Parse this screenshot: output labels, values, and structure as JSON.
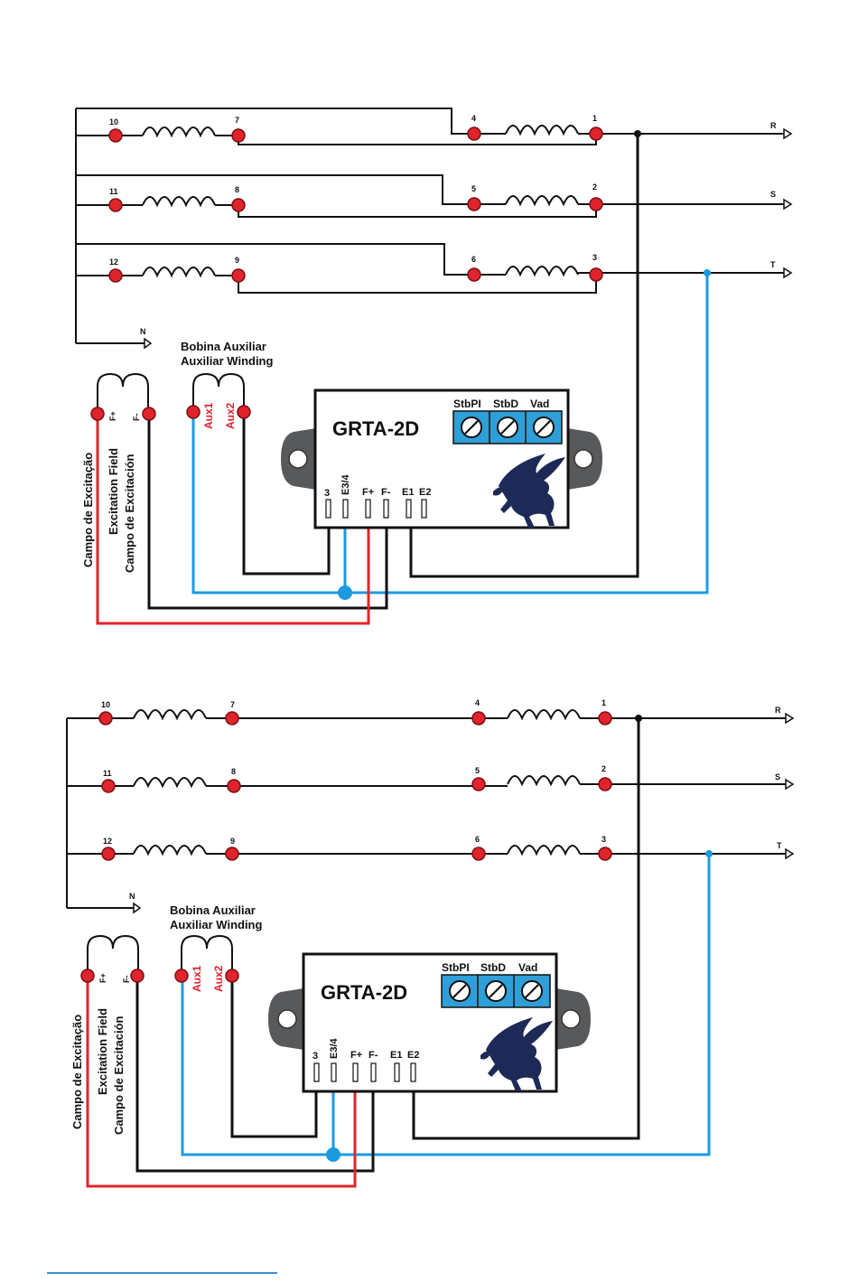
{
  "colors": {
    "wire": "#111111",
    "sensing": "#1a9be0",
    "field_positive": "#e0242c",
    "terminal": "#e0242c",
    "regulator_fill": "#ffffff",
    "mount": "#58595b",
    "pot_fill": "#2e9fd8",
    "logo": "#1d2a57"
  },
  "icons": {
    "logo": "pegasus-logo-icon",
    "potentiometer": "potentiometer-screw-icon"
  },
  "diagrams": [
    {
      "coil_rows": [
        {
          "left_start": "10",
          "left_end": "7",
          "right_start": "4",
          "right_end": "1",
          "phase": "R"
        },
        {
          "left_start": "11",
          "left_end": "8",
          "right_start": "5",
          "right_end": "2",
          "phase": "S"
        },
        {
          "left_start": "12",
          "left_end": "9",
          "right_start": "6",
          "right_end": "3",
          "phase": "T"
        }
      ],
      "neutral": "N",
      "aux_title": [
        "Bobina Auxiliar",
        "Auxiliar Winding"
      ],
      "aux_terminals": [
        "Aux1",
        "Aux2"
      ],
      "field_terminals": [
        "F+",
        "F-"
      ],
      "field_labels": [
        "Campo de Excitação",
        "Excitation Field",
        "Campo de Excitación"
      ],
      "regulator": {
        "name": "GRTA-2D",
        "pots": [
          "StbPI",
          "StbD",
          "Vad"
        ],
        "terminals": [
          "3",
          "E3/4",
          "F+",
          "F-",
          "E1",
          "E2"
        ]
      }
    },
    {
      "coil_rows": [
        {
          "left_start": "10",
          "left_end": "7",
          "right_start": "4",
          "right_end": "1",
          "phase": "R"
        },
        {
          "left_start": "11",
          "left_end": "8",
          "right_start": "5",
          "right_end": "2",
          "phase": "S"
        },
        {
          "left_start": "12",
          "left_end": "9",
          "right_start": "6",
          "right_end": "3",
          "phase": "T"
        }
      ],
      "neutral": "N",
      "aux_title": [
        "Bobina Auxiliar",
        "Auxiliar Winding"
      ],
      "aux_terminals": [
        "Aux1",
        "Aux2"
      ],
      "field_terminals": [
        "F+",
        "F-"
      ],
      "field_labels": [
        "Campo de Excitação",
        "Excitation Field",
        "Campo de Excitación"
      ],
      "regulator": {
        "name": "GRTA-2D",
        "pots": [
          "StbPI",
          "StbD",
          "Vad"
        ],
        "terminals": [
          "3",
          "E3/4",
          "F+",
          "F-",
          "E1",
          "E2"
        ]
      }
    }
  ]
}
